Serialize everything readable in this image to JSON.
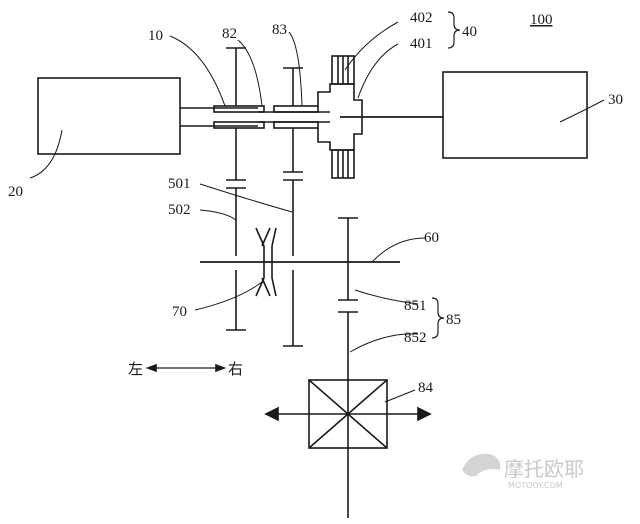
{
  "diagram": {
    "figure_ref": "100",
    "labels": {
      "n10": "10",
      "n20": "20",
      "n30": "30",
      "n40": "40",
      "n401": "401",
      "n402": "402",
      "n501": "501",
      "n502": "502",
      "n60": "60",
      "n70": "70",
      "n82": "82",
      "n83": "83",
      "n84": "84",
      "n85": "85",
      "n851": "851",
      "n852": "852"
    },
    "direction": {
      "left": "左",
      "right": "右"
    }
  },
  "watermark": {
    "main": "摩托欧耶",
    "sub": "MOTOOY.COM"
  }
}
